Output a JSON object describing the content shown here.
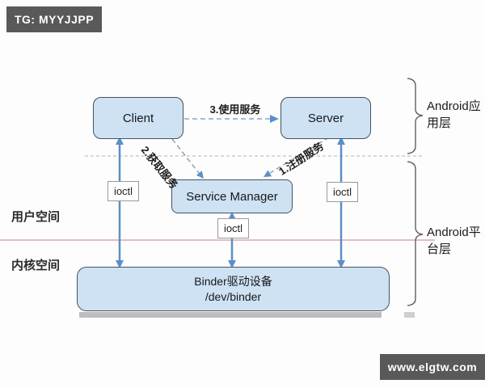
{
  "badges": {
    "top_left": "TG: MYYJJPP",
    "bottom_right": "www.elgtw.com"
  },
  "diagram": {
    "nodes": {
      "client": "Client",
      "server": "Server",
      "service_manager": "Service Manager",
      "binder_line1": "Binder驱动设备",
      "binder_line2": "/dev/binder"
    },
    "edges": {
      "use_service": "3.使用服务",
      "get_service": "2.获取服务",
      "register_service": "1.注册服务"
    },
    "ioctl_label": "ioctl",
    "spaces": {
      "user": "用户空间",
      "kernel": "内核空间"
    },
    "layers": {
      "app": "Android应用层",
      "platform": "Android平台层"
    },
    "colors": {
      "node_fill": "#cfe2f3",
      "node_border": "#45535e",
      "arrow_blue": "#5b8fc9",
      "dashed_gray": "#97a4ad",
      "separator_gray": "#b3b3b3",
      "divider_red": "#cc9999",
      "badge_bg": "#595959",
      "shadow_gray": "#bdbdbd"
    }
  }
}
